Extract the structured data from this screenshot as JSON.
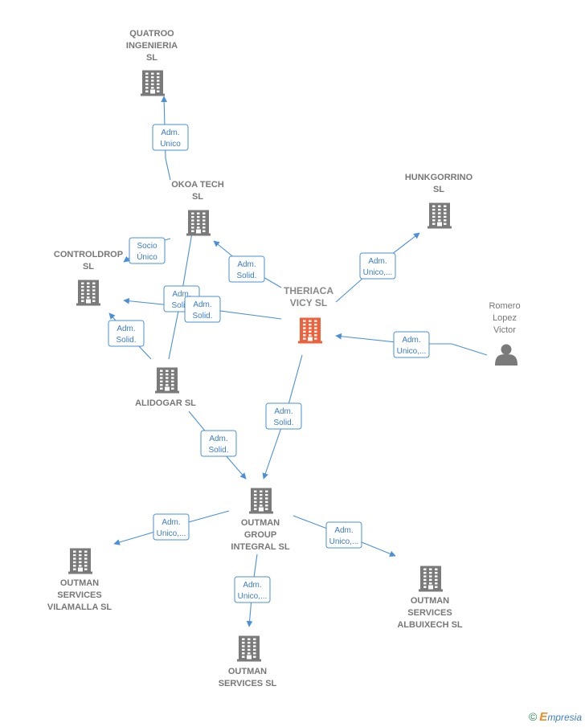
{
  "brand": {
    "copyright_symbol": "©",
    "name_initial": "E",
    "name_rest": "mpresia"
  },
  "colors": {
    "company": "#7a7a7a",
    "focus": "#f0603a",
    "edge": "#4a90d9",
    "person": "#7a7a7a"
  },
  "nodes": [
    {
      "id": "quatroo",
      "kind": "company",
      "lines": [
        "QUATROO",
        "INGENIERIA",
        "SL"
      ]
    },
    {
      "id": "okoa",
      "kind": "company",
      "lines": [
        "OKOA TECH",
        "SL"
      ]
    },
    {
      "id": "hunkgorrino",
      "kind": "company",
      "lines": [
        "HUNKGORRINO",
        "SL"
      ]
    },
    {
      "id": "controldrop",
      "kind": "company",
      "lines": [
        "CONTROLDROP",
        "SL"
      ]
    },
    {
      "id": "theriaca",
      "kind": "focus",
      "lines": [
        "THERIACA",
        "VICY  SL"
      ]
    },
    {
      "id": "romero",
      "kind": "person",
      "lines": [
        "Romero",
        "Lopez",
        "Victor"
      ]
    },
    {
      "id": "alidogar",
      "kind": "company",
      "lines": [
        "ALIDOGAR  SL"
      ]
    },
    {
      "id": "outman_group",
      "kind": "company",
      "lines": [
        "OUTMAN",
        "GROUP",
        "INTEGRAL  SL"
      ]
    },
    {
      "id": "outman_vilamalla",
      "kind": "company",
      "lines": [
        "OUTMAN",
        "SERVICES",
        "VILAMALLA  SL"
      ]
    },
    {
      "id": "outman_albuixech",
      "kind": "company",
      "lines": [
        "OUTMAN",
        "SERVICES",
        "ALBUIXECH  SL"
      ]
    },
    {
      "id": "outman_services",
      "kind": "company",
      "lines": [
        "OUTMAN",
        "SERVICES  SL"
      ]
    }
  ],
  "edges": [
    {
      "from": "okoa",
      "to": "quatroo",
      "label": [
        "Adm.",
        "Unico"
      ]
    },
    {
      "from": "controldrop",
      "to": "okoa",
      "label": [
        "Socio",
        "Único"
      ]
    },
    {
      "from": "theriaca",
      "to": "okoa",
      "label": [
        "Adm.",
        "Solid."
      ]
    },
    {
      "from": "theriaca",
      "to": "hunkgorrino",
      "label": [
        "Adm.",
        "Unico,..."
      ]
    },
    {
      "from": "alidogar",
      "to": "okoa",
      "label": [
        "Adm.",
        "Solid."
      ]
    },
    {
      "from": "theriaca",
      "to": "controldrop",
      "label": [
        "Adm.",
        "Solid."
      ]
    },
    {
      "from": "alidogar",
      "to": "controldrop",
      "label": [
        "Adm.",
        "Solid."
      ]
    },
    {
      "from": "romero",
      "to": "theriaca",
      "label": [
        "Adm.",
        "Unico,..."
      ]
    },
    {
      "from": "theriaca",
      "to": "outman_group",
      "label": [
        "Adm.",
        "Solid."
      ]
    },
    {
      "from": "alidogar",
      "to": "outman_group",
      "label": [
        "Adm.",
        "Solid."
      ]
    },
    {
      "from": "outman_group",
      "to": "outman_vilamalla",
      "label": [
        "Adm.",
        "Unico,..."
      ]
    },
    {
      "from": "outman_group",
      "to": "outman_albuixech",
      "label": [
        "Adm.",
        "Unico,..."
      ]
    },
    {
      "from": "outman_group",
      "to": "outman_services",
      "label": [
        "Adm.",
        "Unico,..."
      ]
    }
  ]
}
